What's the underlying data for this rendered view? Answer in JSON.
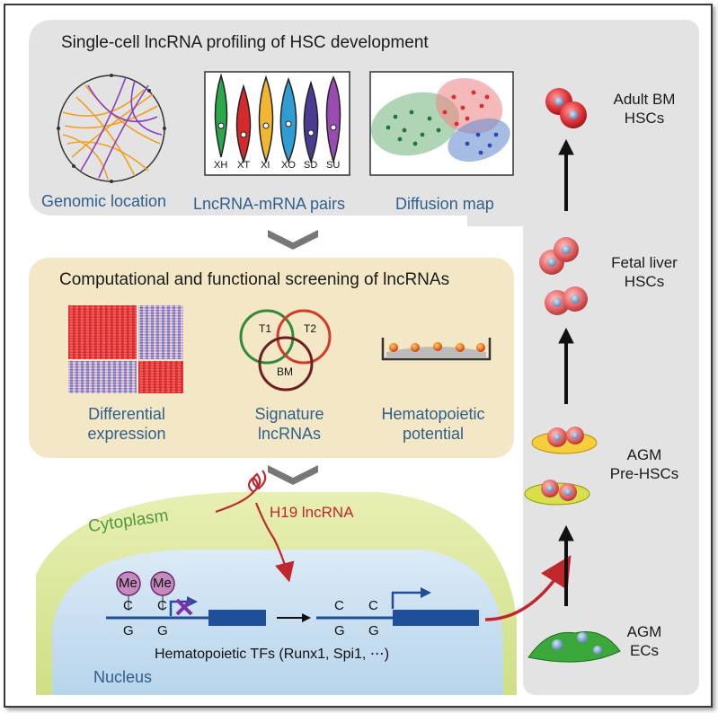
{
  "panel1": {
    "title": "Single-cell lncRNA profiling of HSC development",
    "captions": [
      "Genomic location",
      "LncRNA-mRNA pairs",
      "Diffusion map"
    ],
    "violin_labels": [
      "XH",
      "XT",
      "XI",
      "XO",
      "SD",
      "SU"
    ]
  },
  "panel2": {
    "title": "Computational and functional screening of lncRNAs",
    "captions": [
      {
        "line1": "Differential",
        "line2": "expression"
      },
      {
        "line1": "Signature",
        "line2": "lncRNAs"
      },
      {
        "line1": "Hematopoietic",
        "line2": "potential"
      }
    ],
    "venn_labels": [
      "T1",
      "T2",
      "BM"
    ]
  },
  "panel3": {
    "cytoplasm_label": "Cytoplasm",
    "nucleus_label": "Nucleus",
    "h19_label": "H19 lncRNA",
    "methyl_label": "Me",
    "base_top": "C",
    "base_bottom": "G",
    "tf_caption": "Hematopoietic TFs (Runx1, Spi1, ⋯)"
  },
  "stages": [
    {
      "line1": "Adult BM",
      "line2": "HSCs"
    },
    {
      "line1": "Fetal liver",
      "line2": "HSCs"
    },
    {
      "line1": "AGM",
      "line2": "Pre-HSCs"
    },
    {
      "line1": "AGM",
      "line2": "ECs"
    }
  ],
  "colors": {
    "panel_gray": "#e3e3e3",
    "panel_beige": "#f3e7c6",
    "cytoplasm": "#d9e59a",
    "nucleus": "#c6dff0",
    "arrow_red": "#c0272d",
    "dna_blue": "#1f4f9a",
    "methyl": "#c48ac0"
  }
}
